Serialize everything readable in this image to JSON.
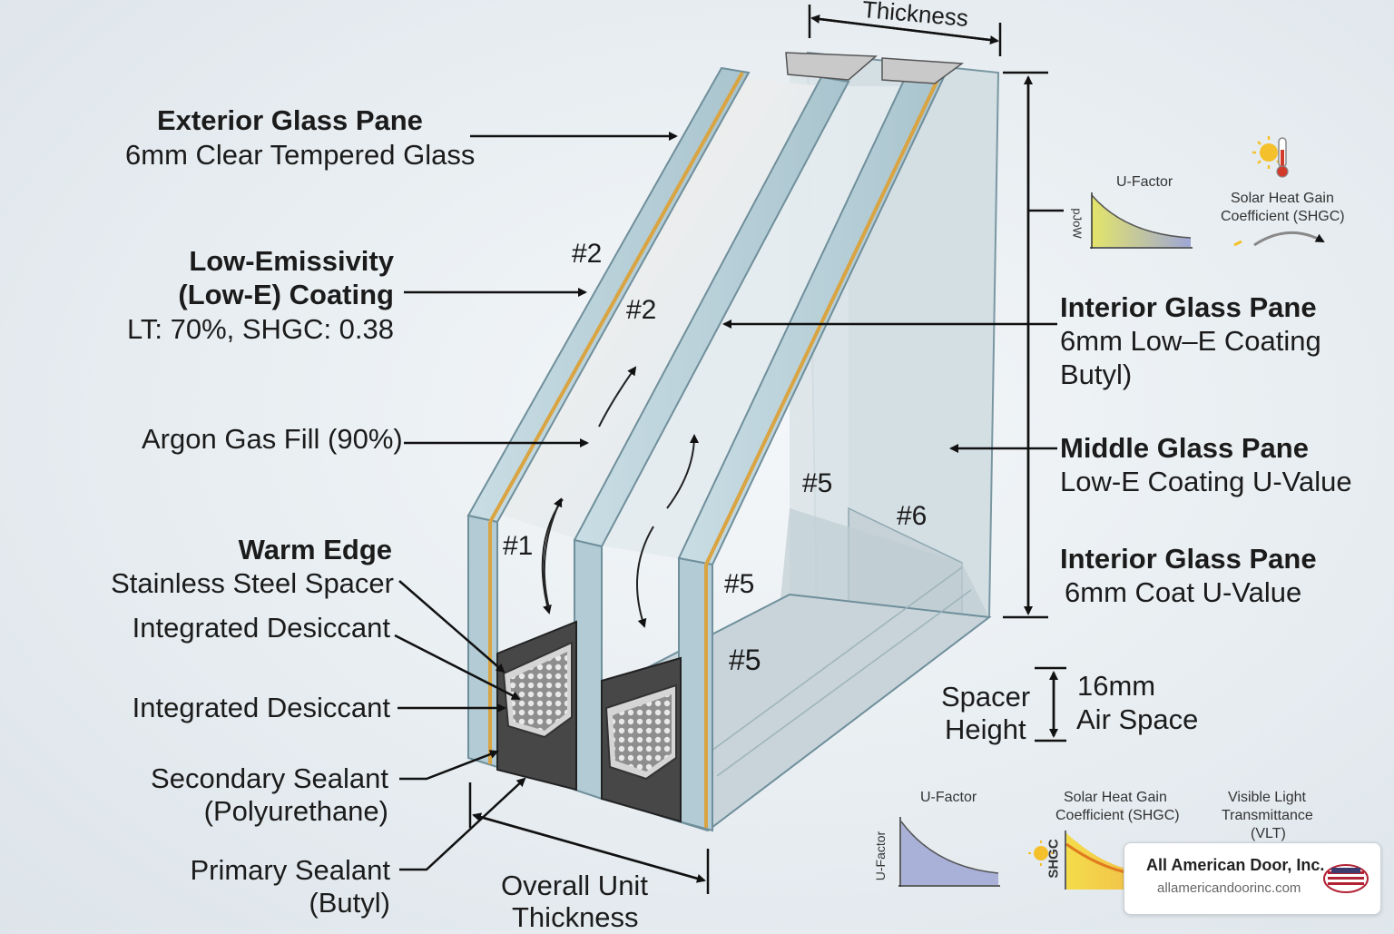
{
  "labels": {
    "thickness": "Thickness",
    "exterior_title": "Exterior Glass Pane",
    "exterior_sub": "6mm Clear Tempered Glass",
    "lowe_title1": "Low-Emissivity",
    "lowe_title2": "(Low-E) Coating",
    "lowe_sub": "LT: 70%, SHGC: 0.38",
    "argon": "Argon Gas Fill (90%)",
    "warm_title": "Warm Edge",
    "warm_sub": "Stainless Steel Spacer",
    "desiccant1": "Integrated Desiccant",
    "desiccant2": "Integrated Desiccant",
    "secondary1": "Secondary Sealant",
    "secondary2": "(Polyurethane)",
    "primary1": "Primary Sealant",
    "primary2": "(Butyl)",
    "overall1": "Overall Unit",
    "overall2": "Thickness",
    "interior1_title": "Interior Glass Pane",
    "interior1_sub1": "6mm Low–E Coating",
    "interior1_sub2": "Butyl)",
    "middle_title": "Middle Glass Pane",
    "middle_sub": "Low-E Coating U-Value",
    "interior2_title": "Interior Glass Pane",
    "interior2_sub": "6mm Coat U-Value",
    "spacer1": "Spacer",
    "spacer2": "Height",
    "airspace1": "16mm",
    "airspace2": "Air Space"
  },
  "surfaces": {
    "s2a": "#2",
    "s2b": "#2",
    "s1": "#1",
    "s5a": "#5",
    "s5b": "#5",
    "s5c": "#5",
    "s6": "#6"
  },
  "legend_top": {
    "ufactor_title": "U-Factor",
    "ufactor_axis": "pJoW",
    "shgc_title1": "Solar Heat Gain",
    "shgc_title2": "Coefficient (SHGC)"
  },
  "legend_bottom": {
    "ufactor_title": "U-Factor",
    "ufactor_axis": "U-Factor",
    "shgc_title1": "Solar Heat Gain",
    "shgc_title2": "Coefficient (SHGC)",
    "shgc_axis": "SHGC",
    "vlt_title1": "Visible Light",
    "vlt_title2": "Transmittance",
    "vlt_title3": "(VLT)"
  },
  "badge": {
    "company": "All American Door, Inc.",
    "url": "allamericandoorinc.com"
  },
  "colors": {
    "glass": "#b9d3dc",
    "glass_edge": "#6f8f9b",
    "coating": "#d9a441",
    "spacer": "#5a5a5a",
    "sealant": "#3a3a3a"
  }
}
